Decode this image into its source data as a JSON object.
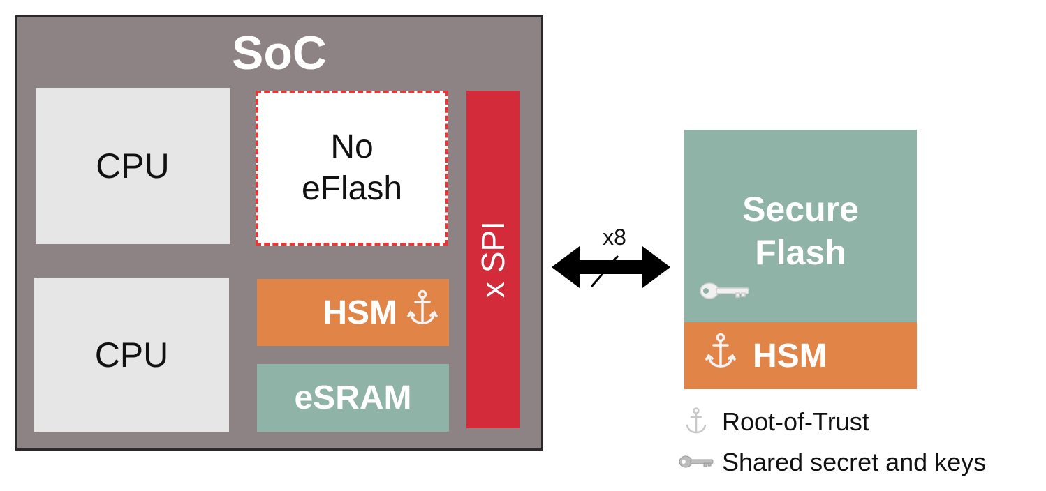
{
  "colors": {
    "soc_bg": "#8d8384",
    "cpu_bg": "#e6e6e6",
    "hsm": "#e08448",
    "esram": "#8fb3a7",
    "xspi": "#d42b3b",
    "secure_flash": "#8fb3a7",
    "dashed_border": "#e03a3a"
  },
  "soc": {
    "title": "SoC",
    "cpu1": "CPU",
    "cpu2": "CPU",
    "no_eflash_line1": "No",
    "no_eflash_line2": "eFlash",
    "hsm": "HSM",
    "esram": "eSRAM",
    "xspi": "x SPI"
  },
  "link": {
    "label": "x8",
    "icon": "double-arrow-icon"
  },
  "secure_flash": {
    "line1": "Secure",
    "line2": "Flash",
    "hsm": "HSM",
    "key_icon": "key-icon",
    "anchor_icon": "anchor-icon"
  },
  "legend": {
    "root_of_trust": "Root-of-Trust",
    "shared_secret": "Shared secret and keys"
  }
}
